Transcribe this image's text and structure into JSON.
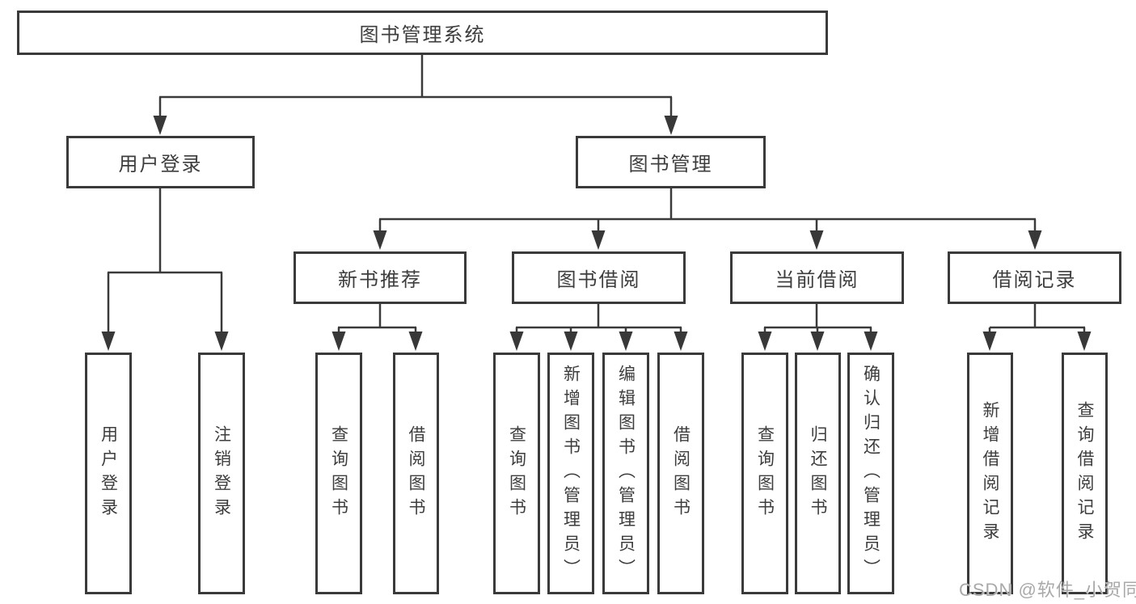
{
  "tree": {
    "label": "图书管理系统",
    "children": [
      {
        "label": "用户登录",
        "children": [
          {
            "label": "用户登录"
          },
          {
            "label": "注销登录"
          }
        ]
      },
      {
        "label": "图书管理",
        "children": [
          {
            "label": "新书推荐",
            "children": [
              {
                "label": "查询图书"
              },
              {
                "label": "借阅图书"
              }
            ]
          },
          {
            "label": "图书借阅",
            "children": [
              {
                "label": "查询图书"
              },
              {
                "label": "新增图书（管理员）"
              },
              {
                "label": "编辑图书（管理员）"
              },
              {
                "label": "借阅图书"
              }
            ]
          },
          {
            "label": "当前借阅",
            "children": [
              {
                "label": "查询图书"
              },
              {
                "label": "归还图书"
              },
              {
                "label": "确认归还（管理员）"
              }
            ]
          },
          {
            "label": "借阅记录",
            "children": [
              {
                "label": "新增借阅记录"
              },
              {
                "label": "查询借阅记录"
              }
            ]
          }
        ]
      }
    ]
  },
  "watermark": {
    "text": "CSDN @软件_小贺同学"
  },
  "colors": {
    "line": "#3a3a3a",
    "text": "#3d3d3d",
    "watermark": "#a9a9a9",
    "background": "#ffffff"
  }
}
